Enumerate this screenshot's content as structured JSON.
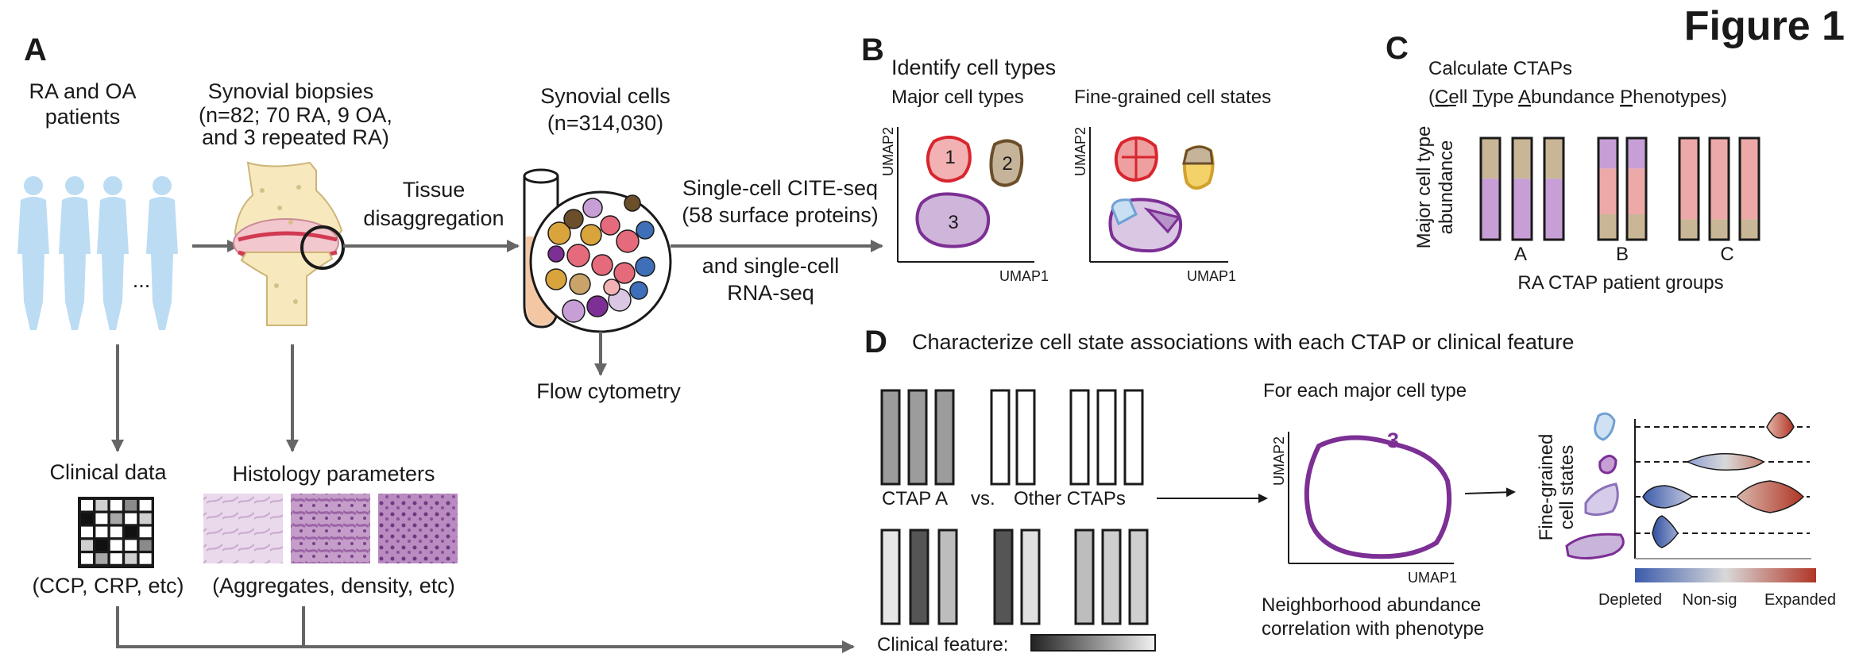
{
  "figure_title": "Figure 1",
  "panels": {
    "a": "A",
    "b": "B",
    "c": "C",
    "d": "D"
  },
  "panel_a": {
    "patients_line1": "RA and OA",
    "patients_line2": "patients",
    "patients_ellipsis": "...",
    "biopsies_line1": "Synovial biopsies",
    "biopsies_line2": "(n=82; 70 RA, 9 OA,",
    "biopsies_line3": "and 3 repeated RA)",
    "tissue_line1": "Tissue",
    "tissue_line2": "disaggregation",
    "cells_line1": "Synovial cells",
    "cells_line2": "(n=314,030)",
    "cite_line1": "Single-cell CITE-seq",
    "cite_line2": "(58 surface proteins)",
    "rna_line1": "and single-cell",
    "rna_line2": "RNA-seq",
    "flow": "Flow cytometry",
    "clinical_title": "Clinical data",
    "clinical_examples": "(CCP, CRP, etc)",
    "histology_title": "Histology parameters",
    "histology_examples": "(Aggregates, density, etc)"
  },
  "panel_b": {
    "title": "Identify cell types",
    "major_subtitle": "Major cell types",
    "fine_subtitle": "Fine-grained cell states",
    "umap1": "UMAP1",
    "umap2": "UMAP2",
    "cluster_labels": [
      "1",
      "2",
      "3"
    ]
  },
  "panel_c": {
    "title_line1": "Calculate CTAPs",
    "paren_open": "(",
    "cell_first": "C",
    "cell_rest": "ell ",
    "type_first": "T",
    "type_rest": "ype ",
    "abundance_first": "A",
    "abundance_rest": "bundance ",
    "phenotypes_first": "P",
    "phenotypes_rest": "henotypes)",
    "ylabel_line1": "Major cell type",
    "ylabel_line2": "abundance",
    "groups": [
      "A",
      "B",
      "C"
    ],
    "xlabel": "RA CTAP patient groups"
  },
  "panel_d": {
    "title": "Characterize cell state associations with each CTAP or clinical feature",
    "ctap_a": "CTAP A",
    "vs": "vs.",
    "other": "Other CTAPs",
    "clinical_feature": "Clinical feature:",
    "for_each": "For each major cell type",
    "cluster_number": "3",
    "umap1": "UMAP1",
    "umap2": "UMAP2",
    "neighborhood_line1": "Neighborhood abundance",
    "neighborhood_line2": "correlation with phenotype",
    "fine_line1": "Fine-grained",
    "fine_line2": "cell states",
    "depleted": "Depleted",
    "nonsig": "Non-sig",
    "expanded": "Expanded"
  },
  "colors": {
    "person": "#bcdcf3",
    "cluster1": "#f2b2b4",
    "cluster1_edge": "#d8262e",
    "cluster2": "#c6b49a",
    "cluster2_edge": "#6b4e2a",
    "cluster3": "#cfb5d9",
    "cluster3_edge": "#7c2f94",
    "bar_purple": "#c79ed6",
    "bar_tan": "#c9b696",
    "bar_pink": "#eda9a8",
    "depleted": "#3b5bab",
    "expanded": "#b03526"
  },
  "chart_data": {
    "type": "bar",
    "title": "Calculate CTAPs",
    "xlabel": "RA CTAP patient groups",
    "ylabel": "Major cell type abundance",
    "groups": [
      "A",
      "B",
      "C"
    ]
  }
}
